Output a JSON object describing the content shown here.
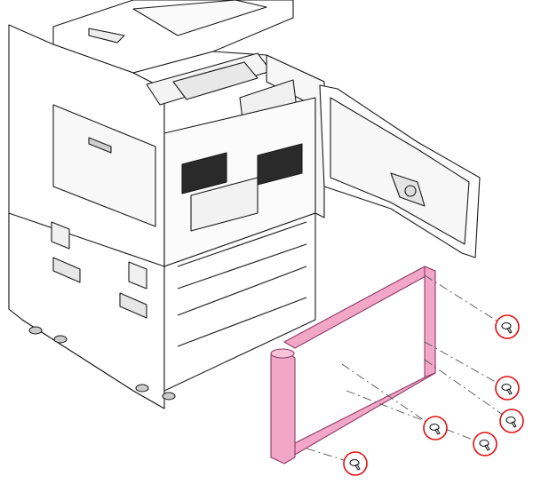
{
  "diagram": {
    "colors": {
      "line": "#1a1a1a",
      "frame_fill": "#f2a7c9",
      "frame_stroke": "#8c3a63",
      "screw_circle": "#e01010",
      "leader_line": "#555555",
      "background": "#ffffff"
    },
    "parts": [
      {
        "name": "copier-body",
        "icon": "copier-unit"
      },
      {
        "name": "front-panel-frame",
        "icon": "highlighted-frame"
      },
      {
        "name": "open-side-door",
        "icon": "side-door"
      }
    ],
    "screws": [
      {
        "name": "screw-1",
        "icon": "screw-icon"
      },
      {
        "name": "screw-2",
        "icon": "screw-icon"
      },
      {
        "name": "screw-3",
        "icon": "screw-icon"
      },
      {
        "name": "screw-4",
        "icon": "screw-icon"
      },
      {
        "name": "screw-5",
        "icon": "screw-icon"
      },
      {
        "name": "screw-6",
        "icon": "screw-icon"
      }
    ]
  }
}
